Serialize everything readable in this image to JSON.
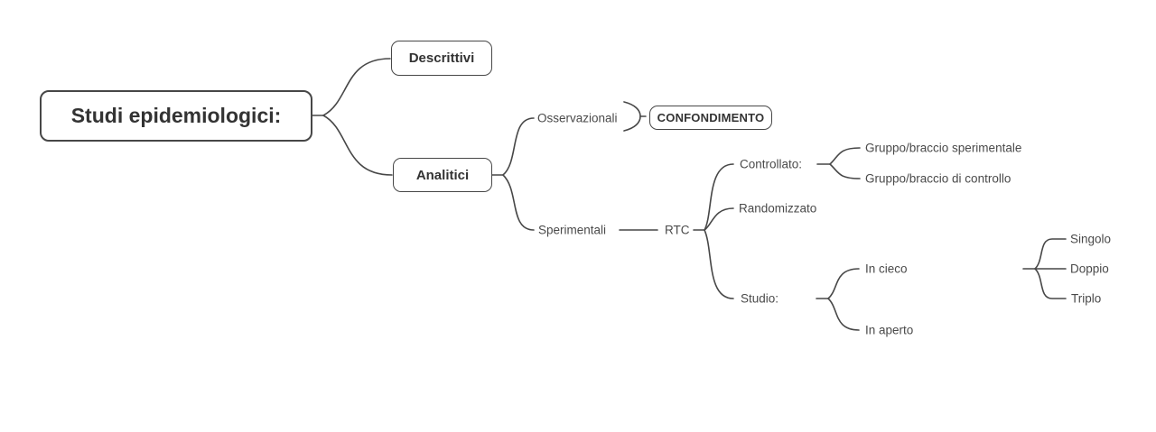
{
  "mindmap": {
    "colors": {
      "background": "#ffffff",
      "line": "#474747",
      "box_border": "#474747",
      "box_text": "#333333",
      "label_text": "#4a4a4a"
    },
    "nodes": {
      "root": "Studi epidemiologici:",
      "descrittivi": "Descrittivi",
      "analitici": "Analitici",
      "osservazionali": "Osservazionali",
      "confondimento": "CONFONDIMENTO",
      "sperimentali": "Sperimentali",
      "rtc": "RTC",
      "controllato": "Controllato:",
      "randomizzato": "Randomizzato",
      "studio": "Studio:",
      "gruppo_braccio_sperimentale": "Gruppo/braccio sperimentale",
      "gruppo_braccio_di_controllo": "Gruppo/braccio di controllo",
      "in_cieco": "In cieco",
      "in_aperto": "In aperto",
      "singolo": "Singolo",
      "doppio": "Doppio",
      "triplo": "Triplo"
    }
  }
}
